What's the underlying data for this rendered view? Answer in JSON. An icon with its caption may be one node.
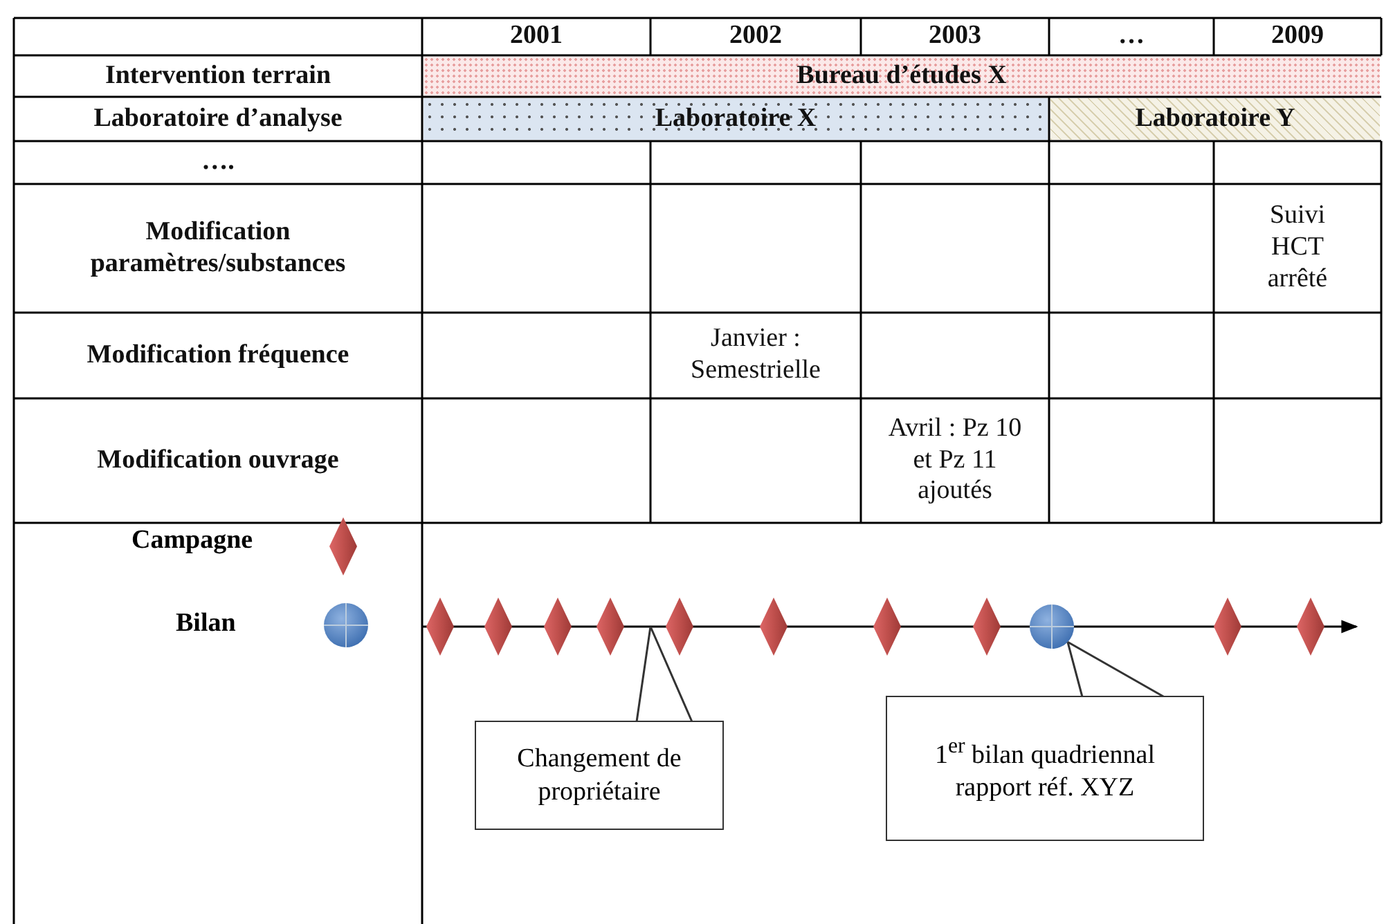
{
  "diagram": {
    "nodes": [
      {
        "text": [],
        "shape": "diamond"
      },
      {
        "text": [],
        "shape": "diamond"
      },
      {
        "text": [],
        "shape": "diamond"
      },
      {
        "text": [],
        "shape": "diamond"
      },
      {
        "text": [],
        "shape": "diamond"
      },
      {
        "text": [],
        "shape": "diamond"
      },
      {
        "text": [],
        "shape": "diamond"
      },
      {
        "text": [],
        "shape": "diamond"
      },
      {
        "text": [],
        "shape": "circle"
      },
      {
        "text": [],
        "shape": "diamond"
      },
      {
        "text": [],
        "shape": "diamond"
      },
      {
        "text": [
          "Changement de propriétaire"
        ]
      },
      {
        "text": [
          "1$^{er}$ bilan quadriennal rapport réf. XYZ"
        ]
      }
    ],
    "edges": [
      {
        "from": 11,
        "to": null,
        "arrow": "none"
      },
      {
        "from": 12,
        "to": 8,
        "arrow": "none"
      }
    ],
    "labels": [
      "2001",
      "2002",
      "2003",
      "…",
      "2009",
      "Intervention terrain",
      "Bureau d’études X",
      "Laboratoire d’analyse",
      "Laboratoire X",
      "Laboratoire Y",
      "….",
      "Modification paramètres/substances",
      "Suivi HCT arrêté",
      "Modification fréquence",
      "Janvier : Semestrielle",
      "Modification ouvrage",
      "Avril : Pz 10 et Pz 11 ajoutés"
    ],
    "legend": [
      {
        "text": "Campagne"
      },
      {
        "text": "Bilan"
      }
    ]
  }
}
